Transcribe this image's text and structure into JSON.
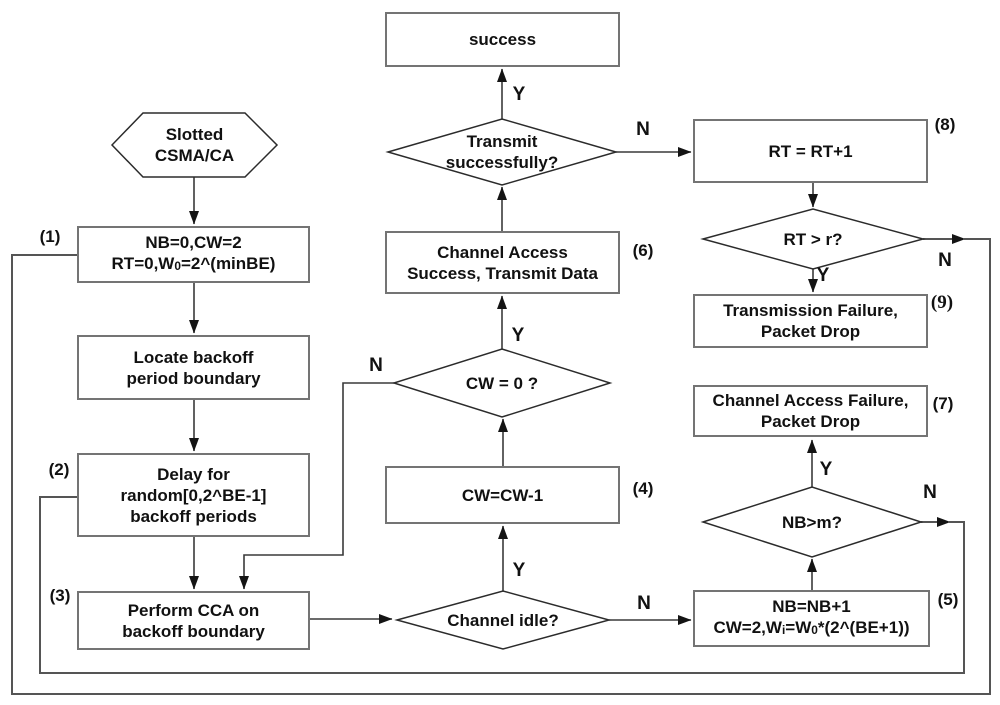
{
  "diagram_title": "Slotted CSMA/CA flowchart",
  "nodes": {
    "start": {
      "lines": [
        "Slotted",
        "CSMA/CA"
      ]
    },
    "success": {
      "lines": [
        "success"
      ]
    },
    "init": {
      "tag": "(1)",
      "line1": "NB=0,CW=2",
      "l2a": "RT=0,W",
      "l2sub": "0",
      "l2b": "=2^(minBE)"
    },
    "locate": {
      "lines": [
        "Locate backoff",
        "period boundary"
      ]
    },
    "delay": {
      "tag": "(2)",
      "lines": [
        "Delay for",
        "random[0,2^BE-1]",
        "backoff periods"
      ]
    },
    "cca": {
      "tag": "(3)",
      "lines": [
        "Perform CCA on",
        "backoff boundary"
      ]
    },
    "transmit_q": {
      "lines": [
        "Transmit",
        "successfully?"
      ]
    },
    "access_success": {
      "tag": "(6)",
      "lines": [
        "Channel Access",
        "Success, Transmit Data"
      ]
    },
    "cw_zero_q": {
      "text": "CW = 0 ?"
    },
    "cw_dec": {
      "tag": "(4)",
      "text": "CW=CW-1"
    },
    "idle_q": {
      "text": "Channel idle?"
    },
    "rt_inc": {
      "tag": "(8)",
      "text": "RT = RT+1"
    },
    "rt_q": {
      "text": "RT > r?"
    },
    "tx_fail": {
      "tag": "(9)",
      "lines": [
        "Transmission Failure,",
        "Packet Drop"
      ]
    },
    "ca_fail": {
      "tag": "(7)",
      "lines": [
        "Channel Access Failure,",
        "Packet Drop"
      ]
    },
    "nb_q": {
      "text": "NB>m?"
    },
    "backoff_inc": {
      "tag": "(5)",
      "line1": "NB=NB+1",
      "l2a": "CW=2,W",
      "l2sub1": "i",
      "l2b": "=W",
      "l2sub2": "0",
      "l2c": "*(2^(BE+1))"
    }
  },
  "branches": {
    "transmit_yes": "Y",
    "transmit_no": "N",
    "cw_yes": "Y",
    "cw_no": "N",
    "idle_yes": "Y",
    "idle_no": "N",
    "rt_yes": "Y",
    "rt_no": "N",
    "nb_yes": "Y",
    "nb_no": "N"
  },
  "colors": {
    "flow_line": "#3a3a3a",
    "loop_line": "#555555",
    "arrowhead": "#141414",
    "shape_stroke": "#2b2b2b",
    "box_border": "#747474"
  }
}
